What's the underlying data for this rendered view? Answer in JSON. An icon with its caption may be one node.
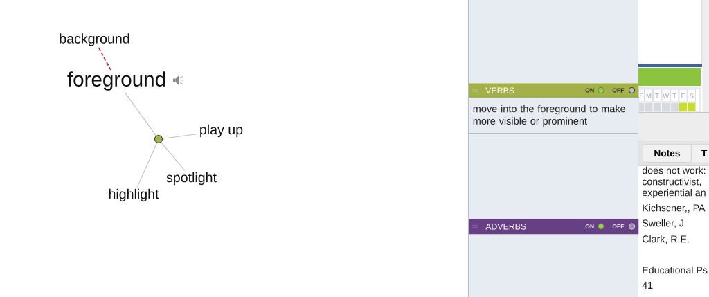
{
  "diagram": {
    "nodes": [
      {
        "text": [
          "background"
        ]
      },
      {
        "text": [
          "foreground"
        ]
      },
      {
        "text": [],
        "shape": "circle"
      },
      {
        "text": [
          "play up"
        ]
      },
      {
        "text": [
          "spotlight"
        ]
      },
      {
        "text": [
          "highlight"
        ]
      },
      {
        "text": [
          "VERBS",
          "ON",
          "OFF"
        ]
      },
      {
        "text": [
          "move into the foreground to make more visible or prominent"
        ]
      },
      {
        "text": [
          "ADVERBS",
          "ON",
          "OFF"
        ]
      },
      {
        "text": [
          "Notes"
        ]
      },
      {
        "text": [
          "T"
        ]
      }
    ],
    "edges": [
      {
        "from": 0,
        "to": 1,
        "arrow": "none",
        "style": "dashed",
        "color": "#cc1122"
      },
      {
        "from": 1,
        "to": 2,
        "arrow": "none"
      },
      {
        "from": 2,
        "to": 3,
        "arrow": "none"
      },
      {
        "from": 2,
        "to": 4,
        "arrow": "none"
      },
      {
        "from": 2,
        "to": 5,
        "arrow": "none"
      }
    ],
    "labels": [
      "S",
      "M",
      "T",
      "W",
      "T",
      "F",
      "S",
      "does not work:",
      "constructivist,",
      "experiential an",
      "Kichscner,, PA",
      "Sweller, J",
      "Clark, R.E.",
      "Educational Ps",
      "41"
    ]
  }
}
